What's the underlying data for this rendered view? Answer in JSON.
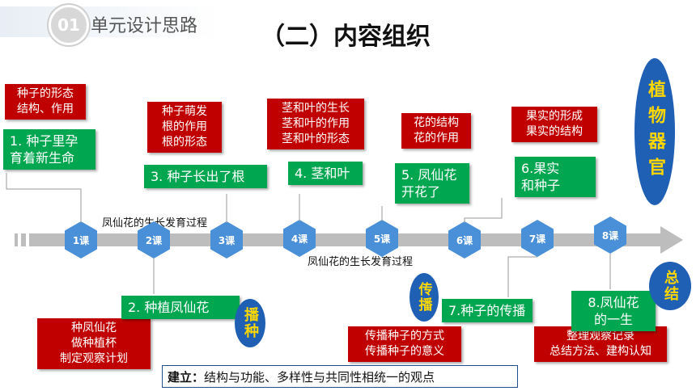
{
  "header": {
    "badge": "01",
    "section_title": "单元设计思路",
    "main_title": "（二）内容组织"
  },
  "timeline": {
    "label_top": "凤仙花的生长发育过程",
    "label_bottom": "凤仙花的生长发育过程",
    "lessons": [
      "1课",
      "2课",
      "3课",
      "4课",
      "5课",
      "6课",
      "7课",
      "8课"
    ]
  },
  "topics": [
    {
      "label": "1. 种子里孕育着新生命",
      "note": "种子的形态结构、作用"
    },
    {
      "label": "2. 种植凤仙花",
      "note": "种凤仙花做种植杯制定观察计划"
    },
    {
      "label": "3. 种子长出了根",
      "note": "种子萌发根的作用根的形态"
    },
    {
      "label": "4. 茎和叶",
      "note": "茎和叶的生长茎和叶的作用茎和叶的形态"
    },
    {
      "label": "5. 凤仙花开花了",
      "note": "花的结构花的作用"
    },
    {
      "label": "6.果实和种子",
      "note": "果实的形成果实的结构"
    },
    {
      "label": "7.种子的传播",
      "note": "传播种子的方式传播种子的意义"
    },
    {
      "label": "8.凤仙花的一生",
      "note": "整理观察记录总结方法、建构认知"
    }
  ],
  "notes_lines": {
    "n1": [
      "种子的形态",
      "结构、作用"
    ],
    "n2": [
      "种凤仙花",
      "做种植杯",
      "制定观察计划"
    ],
    "n3": [
      "种子萌发",
      "根的作用",
      "根的形态"
    ],
    "n4": [
      "茎和叶的生长",
      "茎和叶的作用",
      "茎和叶的形态"
    ],
    "n5": [
      "花的结构",
      "花的作用"
    ],
    "n6": [
      "果实的形成",
      "果实的结构"
    ],
    "n7": [
      "传播种子的方式",
      "传播种子的意义"
    ],
    "n8": [
      "整理观察记录",
      "总结方法、建构认知"
    ]
  },
  "topic_lines": {
    "t1": [
      "1. 种子里孕",
      "育着新生命"
    ],
    "t5": [
      "5. 凤仙花",
      "开花了"
    ],
    "t6": [
      "6.果实",
      "和种子"
    ],
    "t8": [
      "8.凤仙花",
      "的一生"
    ]
  },
  "ovals": {
    "plant_organs": "植物器官",
    "sowing": "播种",
    "spread": "传播",
    "summary": "总结"
  },
  "footer": {
    "label": "建立：",
    "text": "结构与功能、多样性与共同性相统一的观点"
  },
  "colors": {
    "red": "#c00000",
    "green": "#00a650",
    "hex": "#4a90d9",
    "oval": "#1f5fb4",
    "oval_text": "#ffd700",
    "bar": "#bdbdbd"
  }
}
